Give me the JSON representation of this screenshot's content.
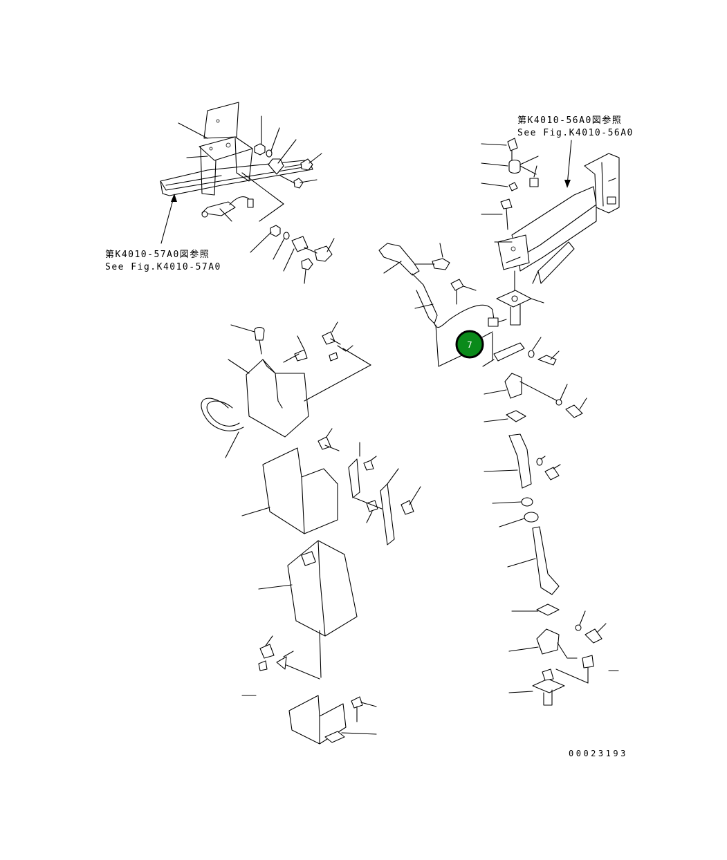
{
  "references": {
    "upper_right": {
      "jp": "第K4010-56A0図参照",
      "en": "See Fig.K4010-56A0"
    },
    "upper_left": {
      "jp": "第K4010-57A0図参照",
      "en": "See Fig.K4010-57A0"
    }
  },
  "callout": {
    "number": "7",
    "fill_color": "#0a8a1a",
    "ring_color": "#000000"
  },
  "drawing_code": "00023193"
}
